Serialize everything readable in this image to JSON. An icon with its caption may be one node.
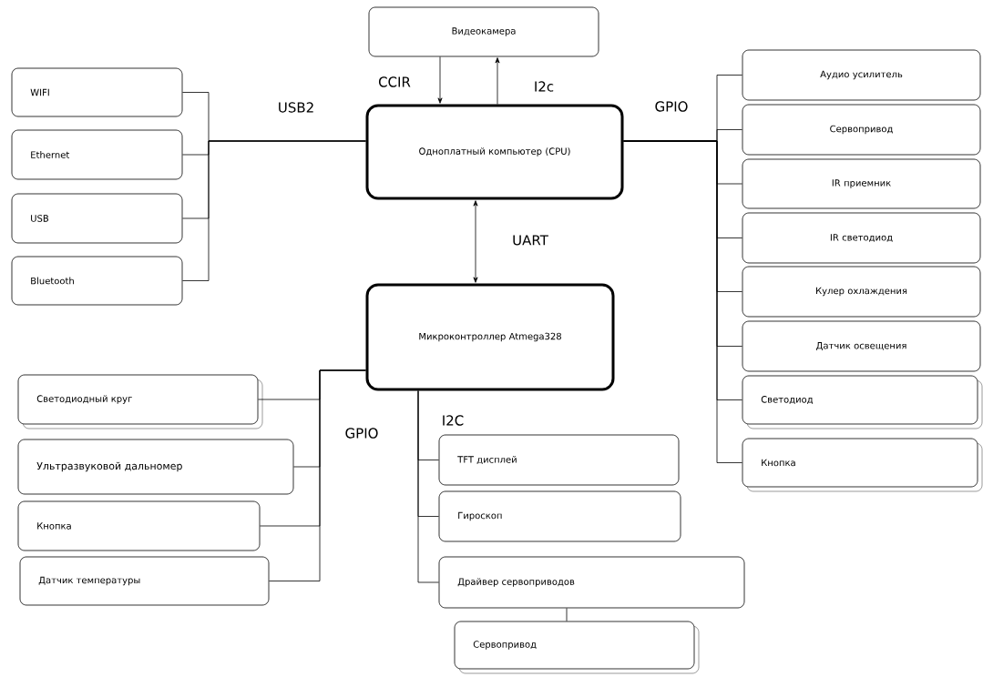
{
  "diagram": {
    "nodes": [
      {
        "text": [
          "Видеокамера"
        ]
      },
      {
        "text": [
          "Одноплатный компьютер (CPU)"
        ]
      },
      {
        "text": [
          "WIFI"
        ]
      },
      {
        "text": [
          "Ethernet"
        ]
      },
      {
        "text": [
          "USB"
        ]
      },
      {
        "text": [
          "Bluetooth"
        ]
      },
      {
        "text": [
          "Аудио усилитель"
        ]
      },
      {
        "text": [
          "Сервопривод"
        ]
      },
      {
        "text": [
          "IR приемник"
        ]
      },
      {
        "text": [
          "IR светодиод"
        ]
      },
      {
        "text": [
          "Кулер охлаждения"
        ]
      },
      {
        "text": [
          "Датчик освещения"
        ]
      },
      {
        "text": [
          "Светодиод"
        ]
      },
      {
        "text": [
          "Кнопка"
        ]
      },
      {
        "text": [
          "Микроконтроллер Atmega328"
        ]
      },
      {
        "text": [
          "Светодиодный круг"
        ]
      },
      {
        "text": [
          "Ультразвуковой дальномер"
        ]
      },
      {
        "text": [
          "Кнопка"
        ]
      },
      {
        "text": [
          "Датчик температуры"
        ]
      },
      {
        "text": [
          "TFT дисплей"
        ]
      },
      {
        "text": [
          "Гироскоп"
        ]
      },
      {
        "text": [
          "Драйвер сервоприводов"
        ]
      },
      {
        "text": [
          "Сервопривод"
        ]
      }
    ],
    "edges": [
      {
        "from": 0,
        "to": 1,
        "arrow": "to",
        "label": "CCIR"
      },
      {
        "from": 1,
        "to": 0,
        "arrow": "to",
        "label": "I2c"
      },
      {
        "from": 2,
        "to": 1,
        "arrow": "none",
        "label": "USB2"
      },
      {
        "from": 3,
        "to": 1,
        "arrow": "none"
      },
      {
        "from": 4,
        "to": 1,
        "arrow": "none"
      },
      {
        "from": 5,
        "to": 1,
        "arrow": "none"
      },
      {
        "from": 1,
        "to": 14,
        "arrow": "both",
        "label": "UART"
      },
      {
        "from": 1,
        "to": 6,
        "arrow": "none",
        "label": "GPIO"
      },
      {
        "from": 1,
        "to": 7,
        "arrow": "none"
      },
      {
        "from": 1,
        "to": 8,
        "arrow": "none"
      },
      {
        "from": 1,
        "to": 9,
        "arrow": "none"
      },
      {
        "from": 1,
        "to": 10,
        "arrow": "none"
      },
      {
        "from": 1,
        "to": 11,
        "arrow": "none"
      },
      {
        "from": 1,
        "to": 12,
        "arrow": "none"
      },
      {
        "from": 1,
        "to": 13,
        "arrow": "none"
      },
      {
        "from": 14,
        "to": 15,
        "arrow": "none",
        "label": "GPIO"
      },
      {
        "from": 14,
        "to": 16,
        "arrow": "none"
      },
      {
        "from": 14,
        "to": 17,
        "arrow": "none"
      },
      {
        "from": 14,
        "to": 18,
        "arrow": "none"
      },
      {
        "from": 14,
        "to": 19,
        "arrow": "none",
        "label": "I2C"
      },
      {
        "from": 14,
        "to": 20,
        "arrow": "none"
      },
      {
        "from": 14,
        "to": 21,
        "arrow": "none"
      },
      {
        "from": 21,
        "to": 22,
        "arrow": "none"
      }
    ]
  }
}
